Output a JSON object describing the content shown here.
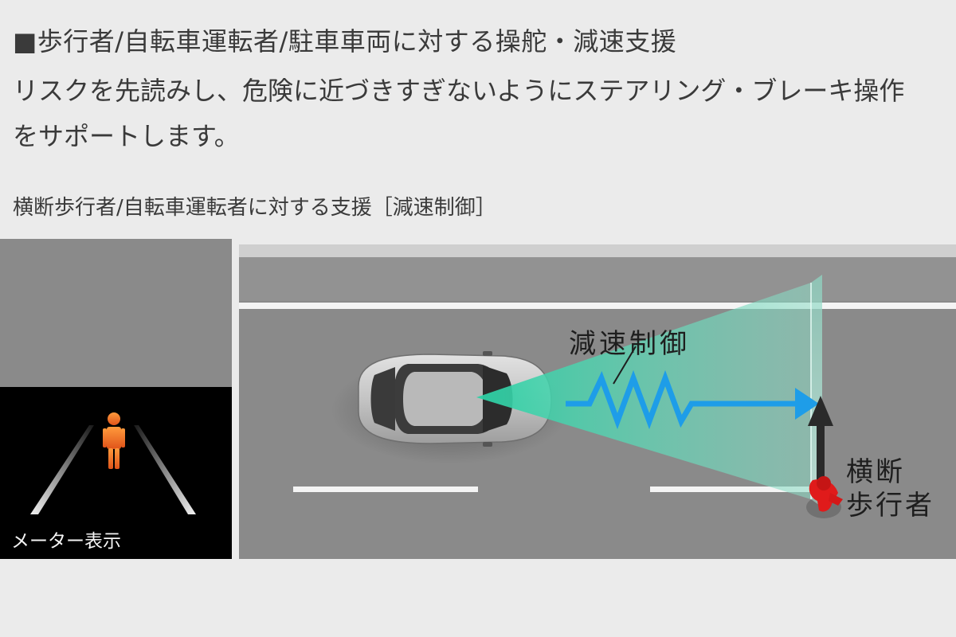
{
  "header": {
    "title": "■歩行者/自転車運転者/駐車車両に対する操舵・減速支援",
    "body_lines": [
      "リスクを先読みし、危険に近づきすぎないようにステアリング・ブレーキ操作",
      "をサポートします。"
    ]
  },
  "caption": "横断歩行者/自転車運転者に対する支援［減速制御］",
  "meter": {
    "label": "メーター表示",
    "pedestrian_color": "#f07a1e",
    "icon": "pedestrian-icon"
  },
  "diagram": {
    "decel_label": "減速制御",
    "pedestrian_label_lines": [
      "横断",
      "歩行者"
    ],
    "detection_color": "#4fd6b4",
    "arrow_color": "#1e9de8",
    "pedestrian_color": "#e01b1b",
    "pedestrian_arrow_color": "#2a2a2a",
    "icons": [
      "car-icon",
      "pedestrian-icon",
      "arrow-right-icon",
      "arrow-up-icon"
    ]
  }
}
